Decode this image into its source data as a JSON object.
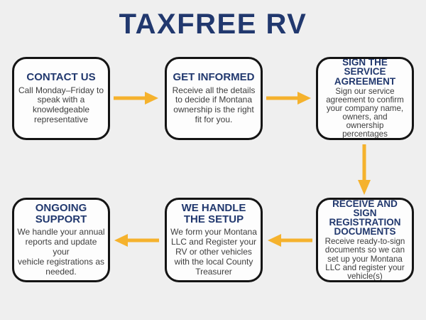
{
  "title": "TAXFREE RV",
  "colors": {
    "background": "#EFEFEF",
    "box_fill": "#FDFDFD",
    "box_border": "#141414",
    "heading_text": "#21386E",
    "body_text": "#3D3D3D",
    "arrow": "#F5B22D"
  },
  "steps": [
    {
      "name": "contact-us",
      "heading": "CONTACT US",
      "body": "Call Monday–Friday to\nspeak with a\nknowledgeable\nrepresentative"
    },
    {
      "name": "get-informed",
      "heading": "GET INFORMED",
      "body": "Receive all the details\nto decide if Montana\nownership is the right\nfit for you."
    },
    {
      "name": "sign-the-service-agreement",
      "heading": "SIGN THE\nSERVICE\nAGREEMENT",
      "body": "Sign our service\nagreement to confirm\nyour company name,\nowners, and\nownership\npercentages"
    },
    {
      "name": "receive-and-sign-registration-documents",
      "heading": "RECEIVE AND\nSIGN\nREGISTRATION\nDOCUMENTS",
      "body": "Receive ready-to-sign\ndocuments so we can\nset up your Montana\nLLC and register your\nvehicle(s)"
    },
    {
      "name": "we-handle-the-setup",
      "heading": "WE HANDLE\nTHE SETUP",
      "body": "We form your Montana\nLLC and Register your\nRV or other vehicles\nwith the local County\nTreasurer"
    },
    {
      "name": "ongoing-support",
      "heading": "ONGOING\nSUPPORT",
      "body": "We handle your annual\nreports and update your\nvehicle registrations as\nneeded."
    }
  ],
  "arrows": [
    {
      "name": "arrow-1",
      "direction": "right",
      "from": "contact-us",
      "to": "get-informed"
    },
    {
      "name": "arrow-2",
      "direction": "right",
      "from": "get-informed",
      "to": "sign-the-service-agreement"
    },
    {
      "name": "arrow-3",
      "direction": "down",
      "from": "sign-the-service-agreement",
      "to": "receive-and-sign-registration-documents"
    },
    {
      "name": "arrow-4",
      "direction": "left",
      "from": "receive-and-sign-registration-documents",
      "to": "we-handle-the-setup"
    },
    {
      "name": "arrow-5",
      "direction": "left",
      "from": "we-handle-the-setup",
      "to": "ongoing-support"
    }
  ]
}
